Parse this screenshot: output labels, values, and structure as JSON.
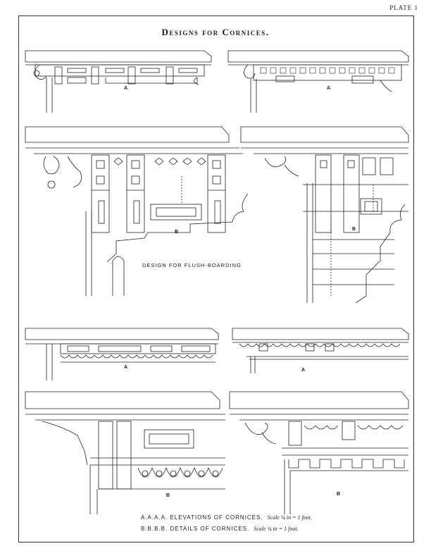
{
  "plate_label": "PLATE 1",
  "title": "Designs for Cornices.",
  "captions": {
    "flush": "DESIGN FOR FLUSH-BOARDING"
  },
  "labels": {
    "a": "A",
    "b": "B"
  },
  "legend": {
    "line1_text": "A.A.A.A. ELEVATIONS OF CORNICES.",
    "line1_scale": "Scale ¼ in = 1 foot.",
    "line2_text": "B.B.B.B. DETAILS OF CORNICES.",
    "line2_scale": "Scale ¾ in = 1 foot."
  }
}
